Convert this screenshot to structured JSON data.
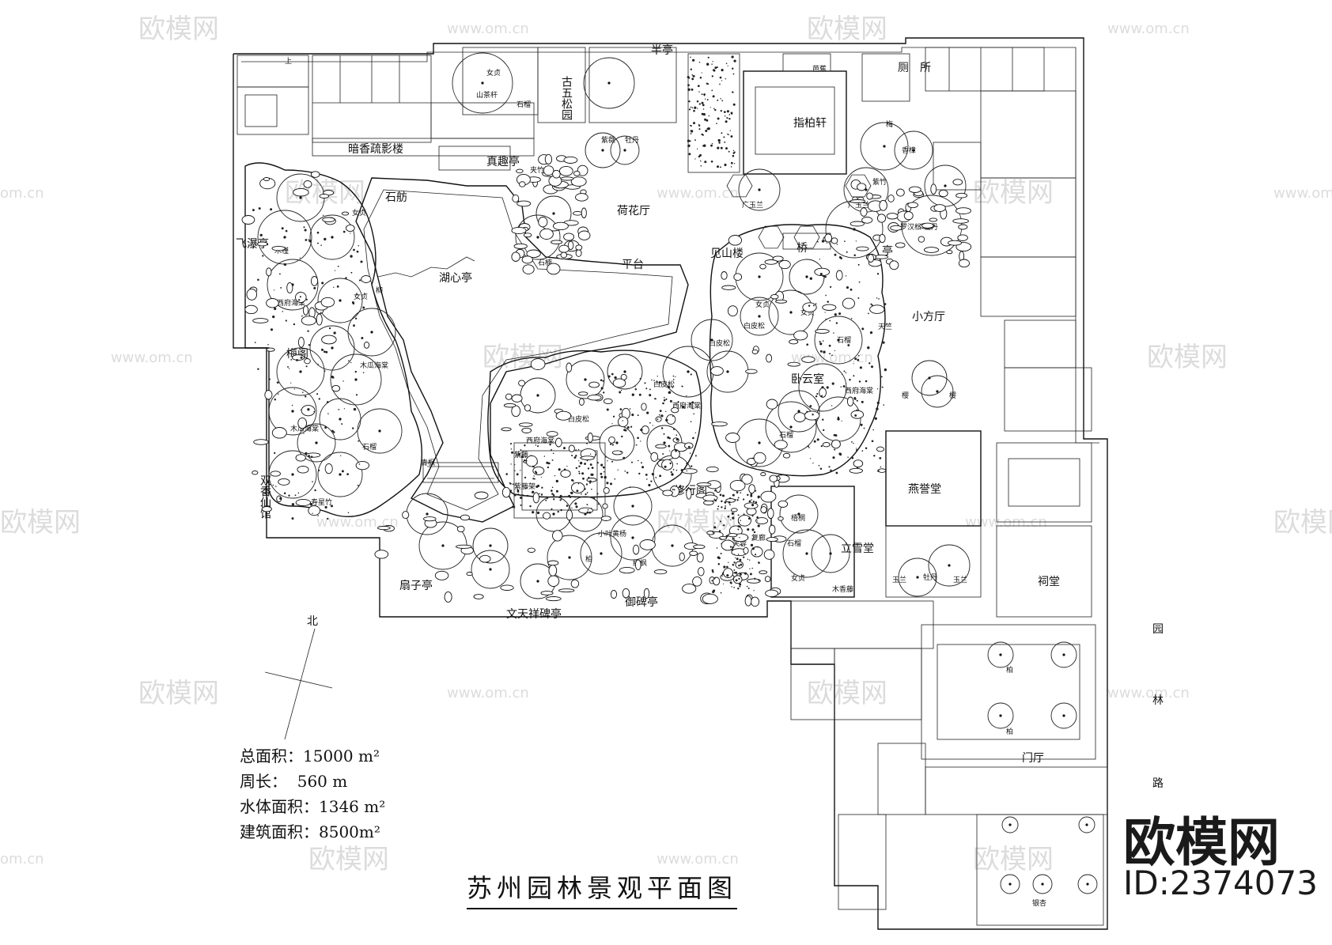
{
  "title": "苏州园林景观平面图",
  "stats": [
    {
      "label": "总面积：",
      "value": "15000 m²"
    },
    {
      "label": "周长：",
      "value": "  560 m"
    },
    {
      "label": "水体面积：",
      "value": "1346 m²"
    },
    {
      "label": "建筑面积：",
      "value": "8500m²"
    }
  ],
  "north_label": "北",
  "road_label": [
    "园",
    "林",
    "路"
  ],
  "brand": {
    "logo": "欧模网",
    "id": "ID:2374073"
  },
  "watermarks": {
    "logo": "欧模网",
    "url": "www.om.cn",
    "short": "om.cn"
  },
  "buildings": [
    "古五松园",
    "半亭",
    "芭蕉",
    "厕所",
    "上",
    "暗香疏影楼",
    "真趣亭",
    "指柏轩",
    "石舫",
    "荷花厅",
    "飞瀑亭",
    "平台",
    "见山楼",
    "桥",
    "亭",
    "湖心亭",
    "小方厅",
    "梅阁",
    "卧云室",
    "燕誉堂",
    "双香仙馆",
    "修行阁",
    "立雪堂",
    "复廊",
    "祠堂",
    "扇子亭",
    "御碑亭",
    "文天祥碑亭",
    "门厅",
    "暗香疏影楼"
  ],
  "plants": [
    "女贞",
    "石榴",
    "山茶杆",
    "牡丹",
    "紫薇",
    "石楠",
    "夹竹桃",
    "梅",
    "香樟",
    "广玉兰",
    "白皮松",
    "西府海棠",
    "木瓜海棠",
    "紫藤",
    "青枫",
    "紫藤架",
    "寿星竹",
    "梧桐",
    "木香藤",
    "玉兰",
    "杜鹃",
    "银杏",
    "柏",
    "樱",
    "天竺",
    "芭蕉",
    "樱桃",
    "柳",
    "木槿",
    "桂",
    "红枫",
    "小叶黄杨",
    "黄杨",
    "木芙蓉",
    "罗汉松",
    "紫竹",
    "榆"
  ]
}
